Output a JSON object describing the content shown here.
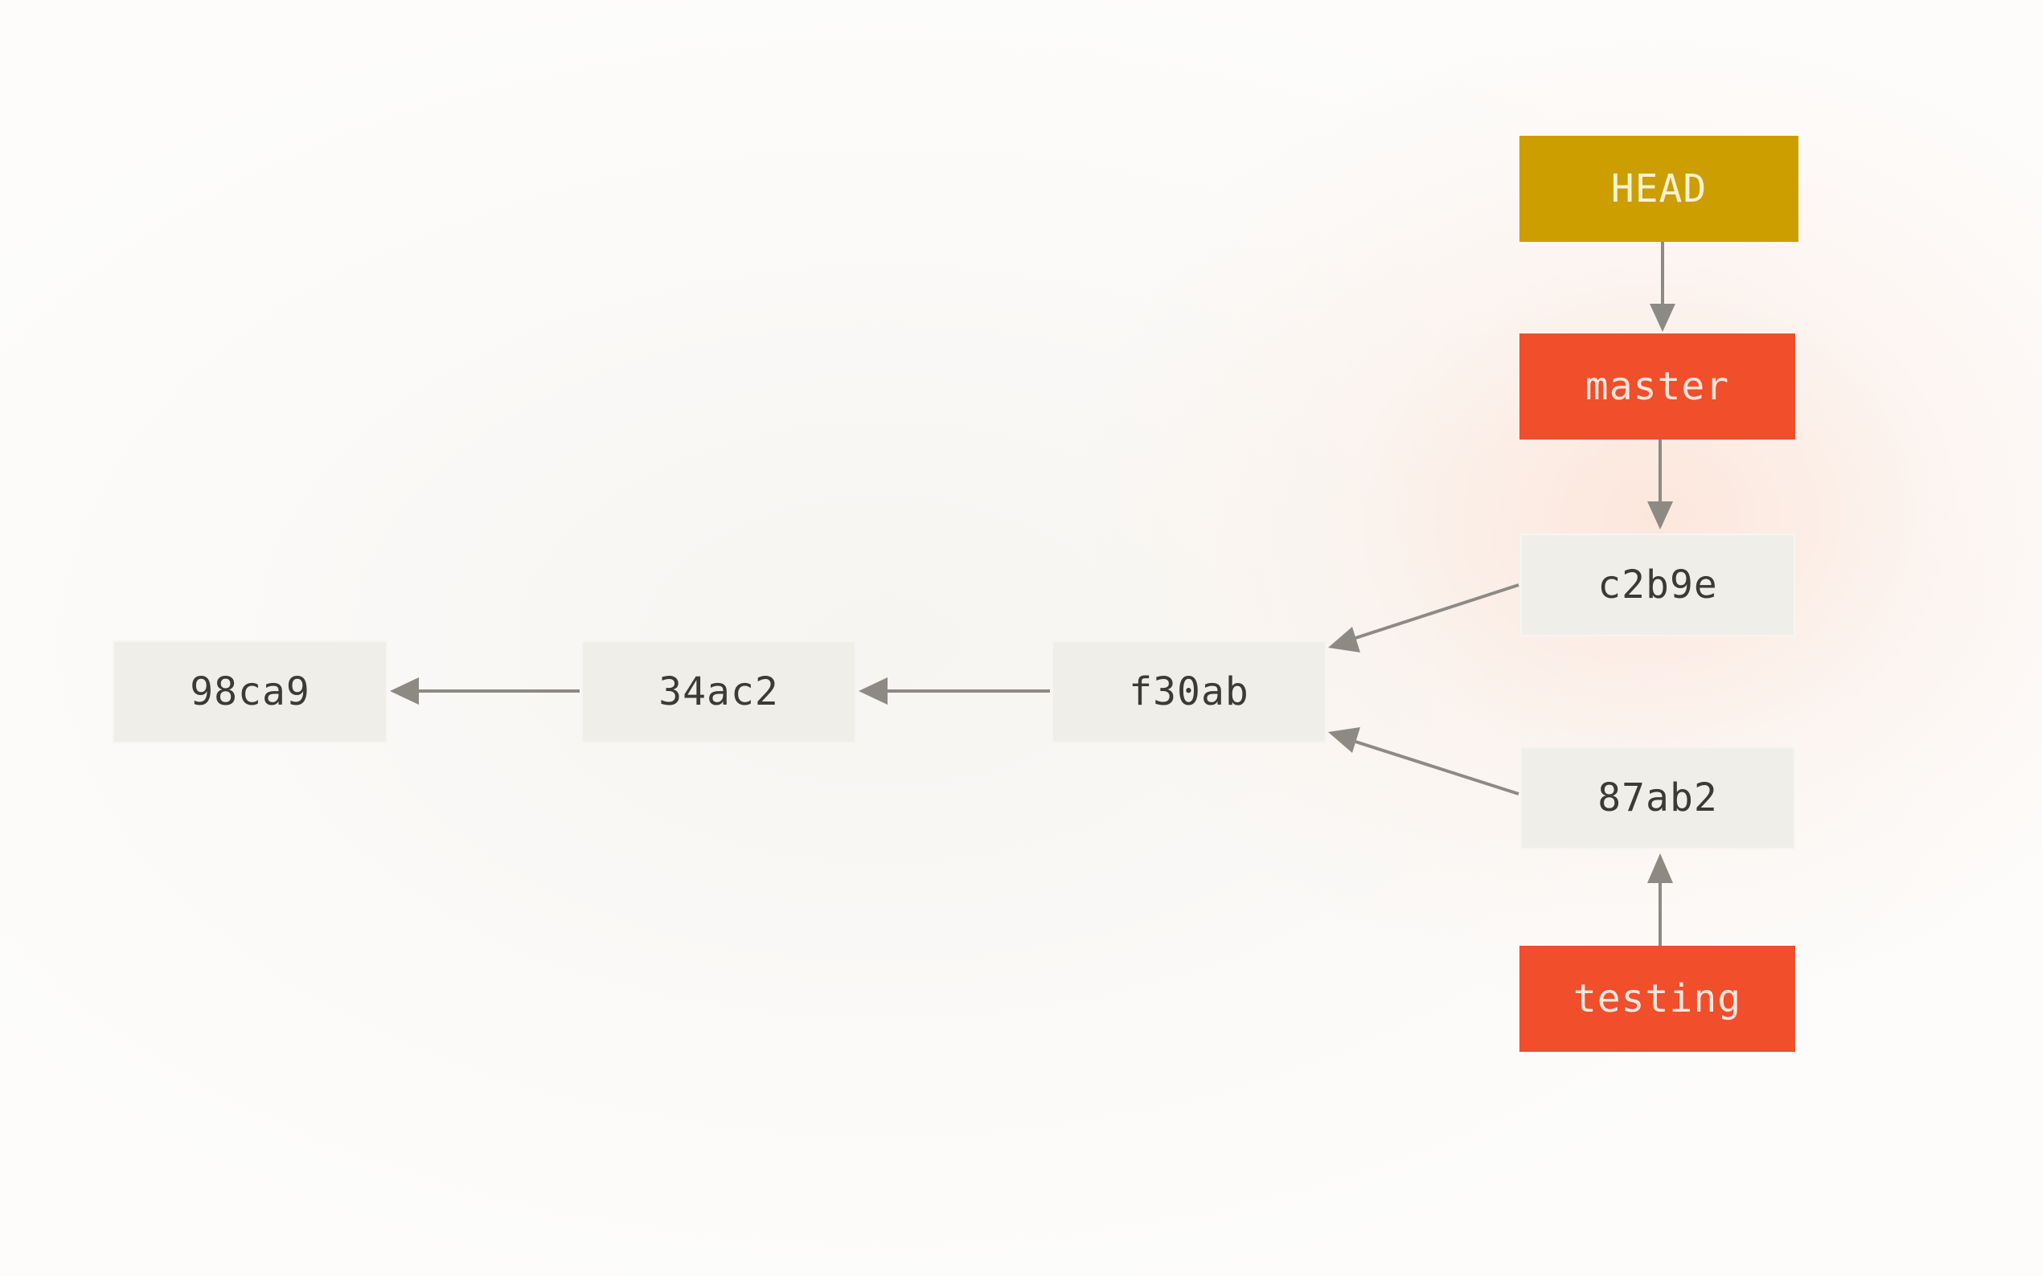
{
  "commits": {
    "c98ca9": "98ca9",
    "c34ac2": "34ac2",
    "cf30ab": "f30ab",
    "cc2b9e": "c2b9e",
    "c87ab2": "87ab2"
  },
  "refs": {
    "head": "HEAD",
    "master": "master",
    "testing": "testing"
  },
  "colors": {
    "commit_fill": "#efeee8",
    "head_fill": "#cc9e00",
    "branch_fill": "#f14e2b",
    "arrow": "#8d8a84"
  }
}
